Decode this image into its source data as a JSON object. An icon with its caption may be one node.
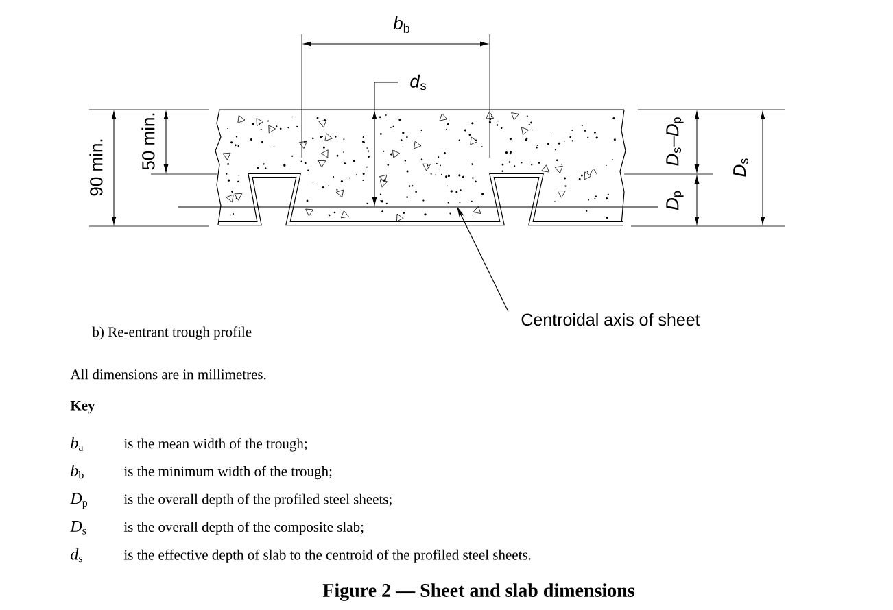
{
  "diagram": {
    "caption": "Figure 2 — Sheet and slab dimensions",
    "nodes": [
      {
        "text": [
          "Centroidal axis of sheet"
        ]
      },
      {
        "text": [],
        "shape": "line"
      }
    ],
    "edges": [
      {
        "from": 0,
        "to": 1,
        "arrow": "to"
      }
    ],
    "labels": [
      "*b*$_{b}$",
      "*d*$_{s}$",
      "90 min.",
      "50 min.",
      "*D*$_{s}$–*D*$_{p}$",
      "*D*$_{p}$",
      "*D*$_{s}$",
      "b) Re-entrant trough profile",
      "All dimensions are in millimetres.",
      "Key",
      "*b*$_{a}$",
      "is the mean width of the trough;",
      "*b*$_{b}$",
      "is the minimum width of the trough;",
      "*D*$_{p}$",
      "is the overall depth of the profiled steel sheets;",
      "*D*$_{s}$",
      "is the overall depth of the composite slab;",
      "*d*$_{s}$",
      "is the effective depth of slab to the centroid of the profiled steel sheets."
    ]
  }
}
